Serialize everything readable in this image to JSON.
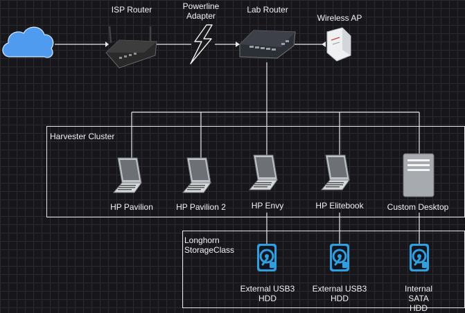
{
  "top": {
    "isp_router": "ISP Router",
    "powerline_adapter": "Powerline\nAdapter",
    "lab_router": "Lab Router",
    "wireless_ap": "Wireless AP"
  },
  "cluster": {
    "title": "Harvester Cluster",
    "nodes": [
      "HP Pavilion",
      "HP Pavilion 2",
      "HP Envy",
      "HP Elitebook",
      "Custom Desktop"
    ]
  },
  "storage": {
    "title": "Longhorn\nStorageClass",
    "disks": [
      "External USB3\nHDD",
      "External USB3\nHDD",
      "Internal SATA\nHDD"
    ]
  },
  "colors": {
    "background": "#17171b",
    "line": "#e8e8e8",
    "cloud": "#4f9bf0",
    "disk": "#2f9fe0"
  }
}
